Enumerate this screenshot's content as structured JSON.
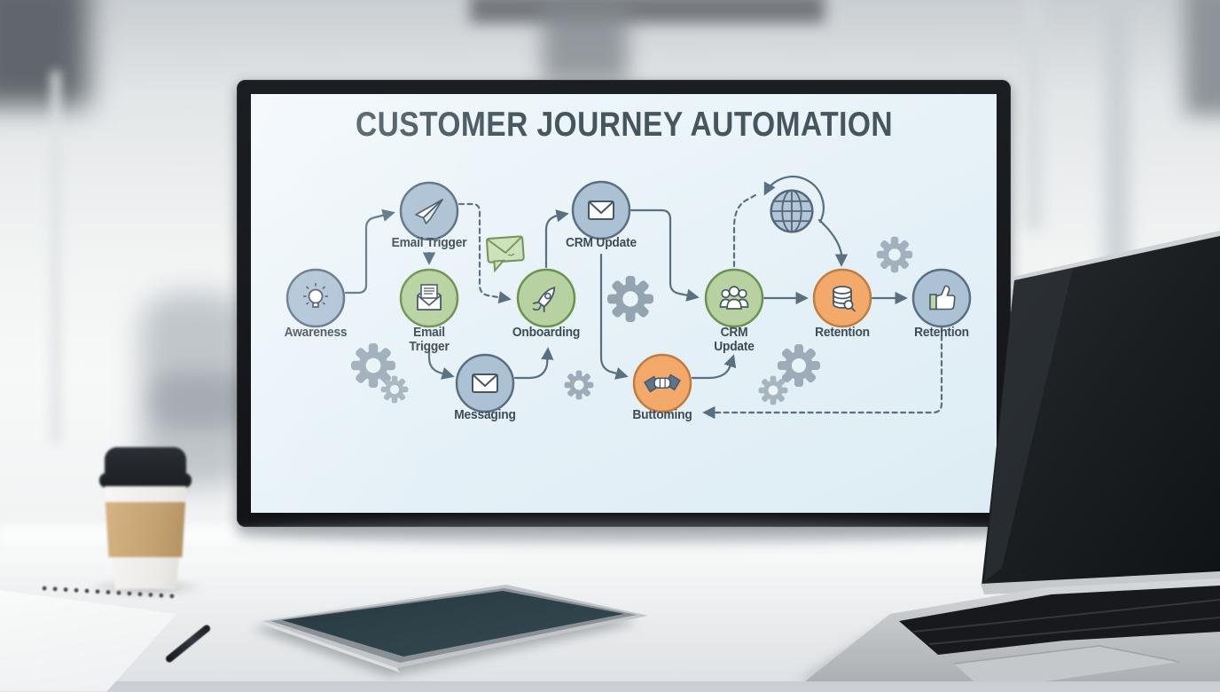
{
  "diagram": {
    "title": "CUSTOMER JOURNEY AUTOMATION",
    "nodes": [
      {
        "id": "awareness",
        "label": "Awareness",
        "icon": "lightbulb-icon",
        "color": "blue"
      },
      {
        "id": "email-trigger-top",
        "label": "Email Trigger",
        "icon": "paper-plane-icon",
        "color": "blue"
      },
      {
        "id": "email-trigger",
        "label": "Email\nTrigger",
        "icon": "open-envelope-icon",
        "color": "green"
      },
      {
        "id": "messaging",
        "label": "Messaging",
        "icon": "envelope-icon",
        "color": "blue"
      },
      {
        "id": "onboarding",
        "label": "Onboarding",
        "icon": "rocket-icon",
        "color": "green"
      },
      {
        "id": "crm-update-top",
        "label": "CRM Update",
        "icon": "envelope-icon",
        "color": "blue"
      },
      {
        "id": "buttoming",
        "label": "Buttoming",
        "icon": "handshake-icon",
        "color": "orange"
      },
      {
        "id": "crm-update",
        "label": "CRM\nUpdate",
        "icon": "people-group-icon",
        "color": "green"
      },
      {
        "id": "retention",
        "label": "Retention",
        "icon": "database-search-icon",
        "color": "orange"
      },
      {
        "id": "retention-advocacy",
        "label": "Retention",
        "icon": "thumbs-up-icon",
        "color": "blue"
      }
    ],
    "floating_icons": [
      {
        "icon": "message-bubble-icon"
      },
      {
        "icon": "globe-icon"
      },
      {
        "icon": "gear-icon",
        "count": 7
      }
    ],
    "edges": [
      {
        "from": "awareness",
        "to": "email-trigger-top",
        "style": "solid"
      },
      {
        "from": "email-trigger-top",
        "to": "email-trigger",
        "style": "solid"
      },
      {
        "from": "email-trigger-top",
        "to": "onboarding",
        "style": "dashed"
      },
      {
        "from": "email-trigger",
        "to": "messaging",
        "style": "solid"
      },
      {
        "from": "messaging",
        "to": "onboarding",
        "style": "solid"
      },
      {
        "from": "onboarding",
        "to": "crm-update-top",
        "style": "solid"
      },
      {
        "from": "crm-update-top",
        "to": "crm-update",
        "style": "solid"
      },
      {
        "from": "crm-update-top",
        "to": "buttoming",
        "style": "solid"
      },
      {
        "from": "buttoming",
        "to": "crm-update",
        "style": "solid"
      },
      {
        "from": "crm-update",
        "to": "globe",
        "style": "dashed"
      },
      {
        "from": "globe",
        "to": "retention",
        "style": "solid"
      },
      {
        "from": "crm-update",
        "to": "retention",
        "style": "solid"
      },
      {
        "from": "retention",
        "to": "retention-advocacy",
        "style": "solid"
      },
      {
        "from": "retention-advocacy",
        "to": "buttoming",
        "style": "dashed"
      }
    ],
    "colors": {
      "screen_bg": "#e9f3f8",
      "title": "#46565f",
      "label": "#3e4b55",
      "connector": "#5a7080",
      "node_blue": "#acc1d4",
      "node_blue_border": "#5a7082",
      "node_green": "#b7d2a0",
      "node_green_border": "#6d9150",
      "node_orange": "#f2a969",
      "node_orange_border": "#bf7d42",
      "gear": "#9dacb8"
    }
  },
  "scene": {
    "objects": [
      "monitor",
      "tablet",
      "laptop",
      "coffee-cup",
      "spiral-notebook",
      "pen",
      "desk",
      "blurred-office-background"
    ]
  }
}
